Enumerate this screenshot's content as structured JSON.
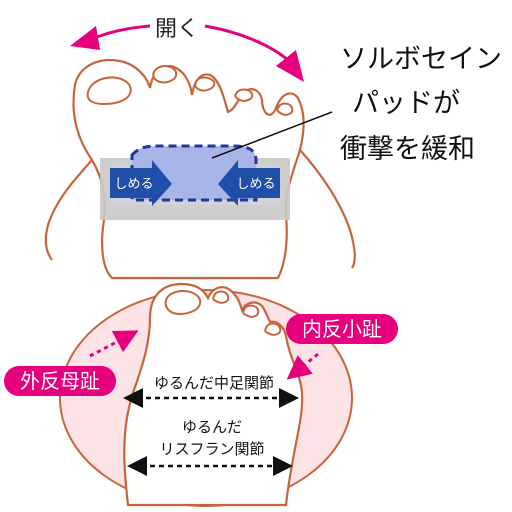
{
  "top_label": "開く",
  "callout": {
    "line1": "ソルボセイン",
    "line2": "パッドが",
    "line3": "衝撃を緩和"
  },
  "band": {
    "left_label": "しめる",
    "right_label": "しめる"
  },
  "bottom": {
    "left_badge": "外反母趾",
    "right_badge": "内反小趾",
    "joint_label_1": "ゆるんだ中足関節",
    "joint_label_2_line1": "ゆるんだ",
    "joint_label_2_line2": "リスフラン関節"
  },
  "colors": {
    "outline": "#c8643c",
    "accent": "#e6007e",
    "pad_fill": "#a9b5e8",
    "pad_stroke": "#1f3a93",
    "band_gray": "#c9c9c9",
    "blue_arrow": "#1f4fa8",
    "bottom_fill": "#fbe3e6"
  }
}
